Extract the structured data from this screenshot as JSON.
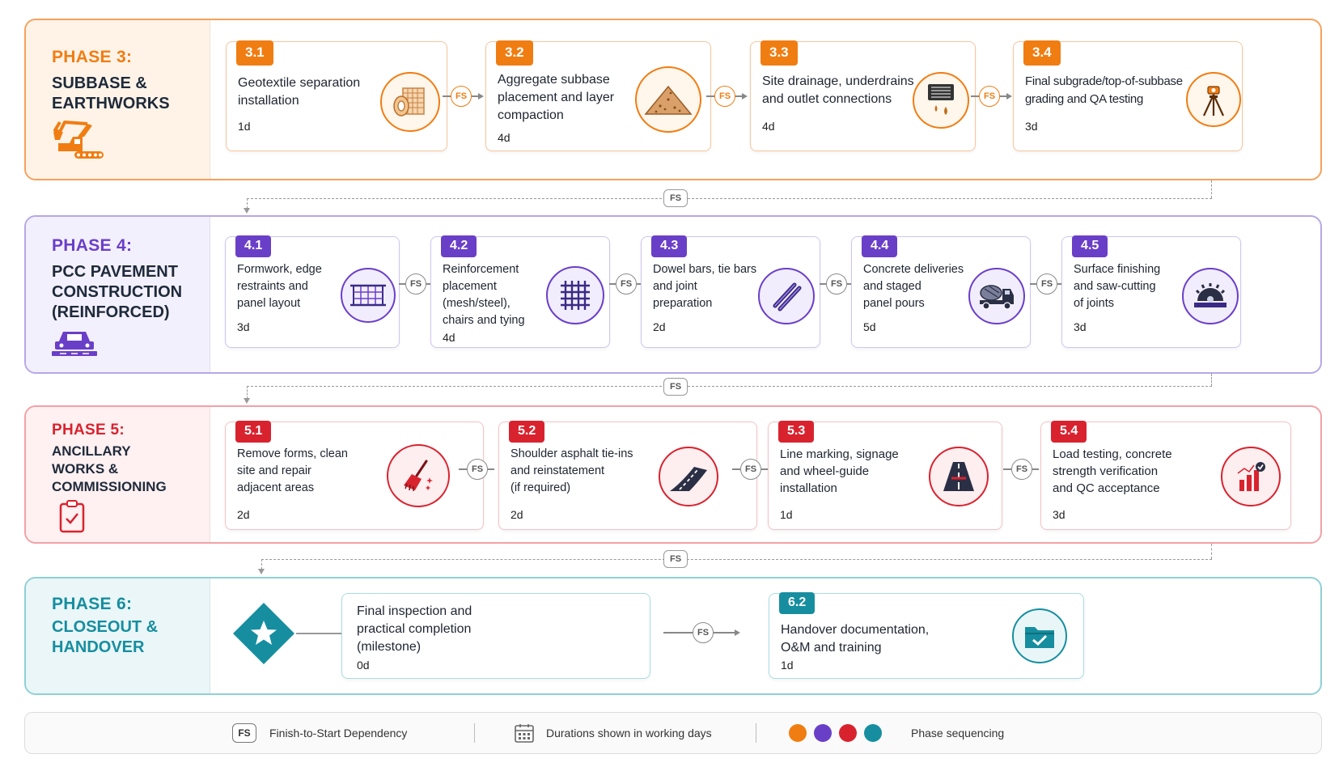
{
  "phases": [
    {
      "num": "PHASE 3:",
      "title": "SUBBASE &\nEARTHWORKS",
      "color": "#f07d12",
      "tasks": [
        {
          "id": "3.1",
          "name": "Geotextile separation\ninstallation",
          "dur": "1d",
          "icon": "geotextile-roll-icon"
        },
        {
          "id": "3.2",
          "name": "Aggregate subbase\nplacement and layer\ncompaction",
          "dur": "4d",
          "icon": "aggregate-pile-icon"
        },
        {
          "id": "3.3",
          "name": "Site drainage, underdrains\nand outlet connections",
          "dur": "4d",
          "icon": "drain-grate-icon"
        },
        {
          "id": "3.4",
          "name": "Final subgrade/top-of-subbase\ngrading and QA testing",
          "dur": "3d",
          "icon": "survey-tripod-icon"
        }
      ]
    },
    {
      "num": "PHASE 4:",
      "title": "PCC PAVEMENT\nCONSTRUCTION\n(REINFORCED)",
      "color": "#6a3fc8",
      "tasks": [
        {
          "id": "4.1",
          "name": "Formwork, edge\nrestraints and\npanel layout",
          "dur": "3d",
          "icon": "formwork-icon"
        },
        {
          "id": "4.2",
          "name": "Reinforcement\nplacement\n(mesh/steel),\nchairs and tying",
          "dur": "4d",
          "icon": "rebar-mesh-icon"
        },
        {
          "id": "4.3",
          "name": "Dowel bars, tie bars\nand joint\npreparation",
          "dur": "2d",
          "icon": "dowel-bars-icon"
        },
        {
          "id": "4.4",
          "name": "Concrete deliveries\nand staged\npanel pours",
          "dur": "5d",
          "icon": "concrete-mixer-truck-icon"
        },
        {
          "id": "4.5",
          "name": "Surface finishing\nand saw-cutting\nof joints",
          "dur": "3d",
          "icon": "saw-blade-icon"
        }
      ]
    },
    {
      "num": "PHASE 5:",
      "title": "ANCILLARY\nWORKS &\nCOMMISSIONING",
      "color": "#d8232f",
      "tasks": [
        {
          "id": "5.1",
          "name": "Remove forms, clean\nsite and repair\nadjacent areas",
          "dur": "2d",
          "icon": "broom-icon"
        },
        {
          "id": "5.2",
          "name": "Shoulder asphalt tie-ins\nand reinstatement\n(if required)",
          "dur": "2d",
          "icon": "road-curve-icon"
        },
        {
          "id": "5.3",
          "name": "Line marking, signage\nand wheel-guide\ninstallation",
          "dur": "1d",
          "icon": "road-lanes-icon"
        },
        {
          "id": "5.4",
          "name": "Load testing, concrete\nstrength verification\nand QC acceptance",
          "dur": "3d",
          "icon": "bar-chart-check-icon"
        }
      ]
    },
    {
      "num": "PHASE 6:",
      "title": "CLOSEOUT &\nHANDOVER",
      "color": "#168ea0",
      "tasks": [
        {
          "id": "",
          "name": "Final inspection and\npractical completion\n(milestone)",
          "dur": "0d",
          "icon": "milestone-star-icon"
        },
        {
          "id": "6.2",
          "name": "Handover documentation,\nO&M and training",
          "dur": "1d",
          "icon": "folder-check-icon"
        }
      ]
    }
  ],
  "dependency_label": "FS",
  "legend": {
    "fs_box": "FS",
    "fs_text": "Finish-to-Start Dependency",
    "durations_text": "Durations shown in working days",
    "sequencing_text": "Phase sequencing",
    "colors": [
      "#f07d12",
      "#6a3fc8",
      "#d8232f",
      "#168ea0"
    ]
  }
}
